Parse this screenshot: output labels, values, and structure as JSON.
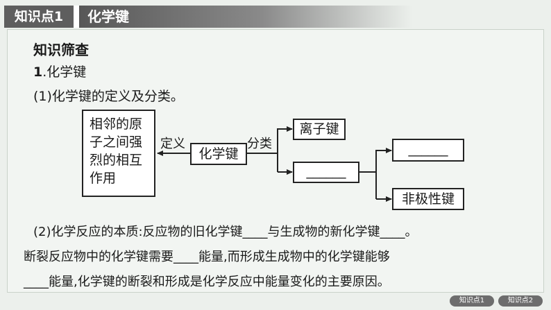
{
  "header": {
    "section_number": "知识点1",
    "section_title": "化学键"
  },
  "content": {
    "heading": "知识筛查",
    "subheading_num": "1",
    "subheading_text": ".化学键",
    "item1": "(1)化学键的定义及分类。",
    "item2_line1": "(2)化学反应的本质:反应物的旧化学键____与生成物的新化学键____。",
    "item2_line2": "断裂反应物中的化学键需要____能量,而形成生成物中的化学键能够",
    "item2_line3": "____能量,化学键的断裂和形成是化学反应中能量变化的主要原因。"
  },
  "diagram": {
    "definition_lines": [
      "相邻的原",
      "子之间强",
      "烈的相互",
      "作用"
    ],
    "label_definition": "定义",
    "center": "化学键",
    "label_classify": "分类",
    "ionic": "离子键",
    "blank": "______",
    "nonpolar": "非极性键"
  },
  "nav": {
    "btn1": "知识点1",
    "btn2": "知识点2"
  }
}
